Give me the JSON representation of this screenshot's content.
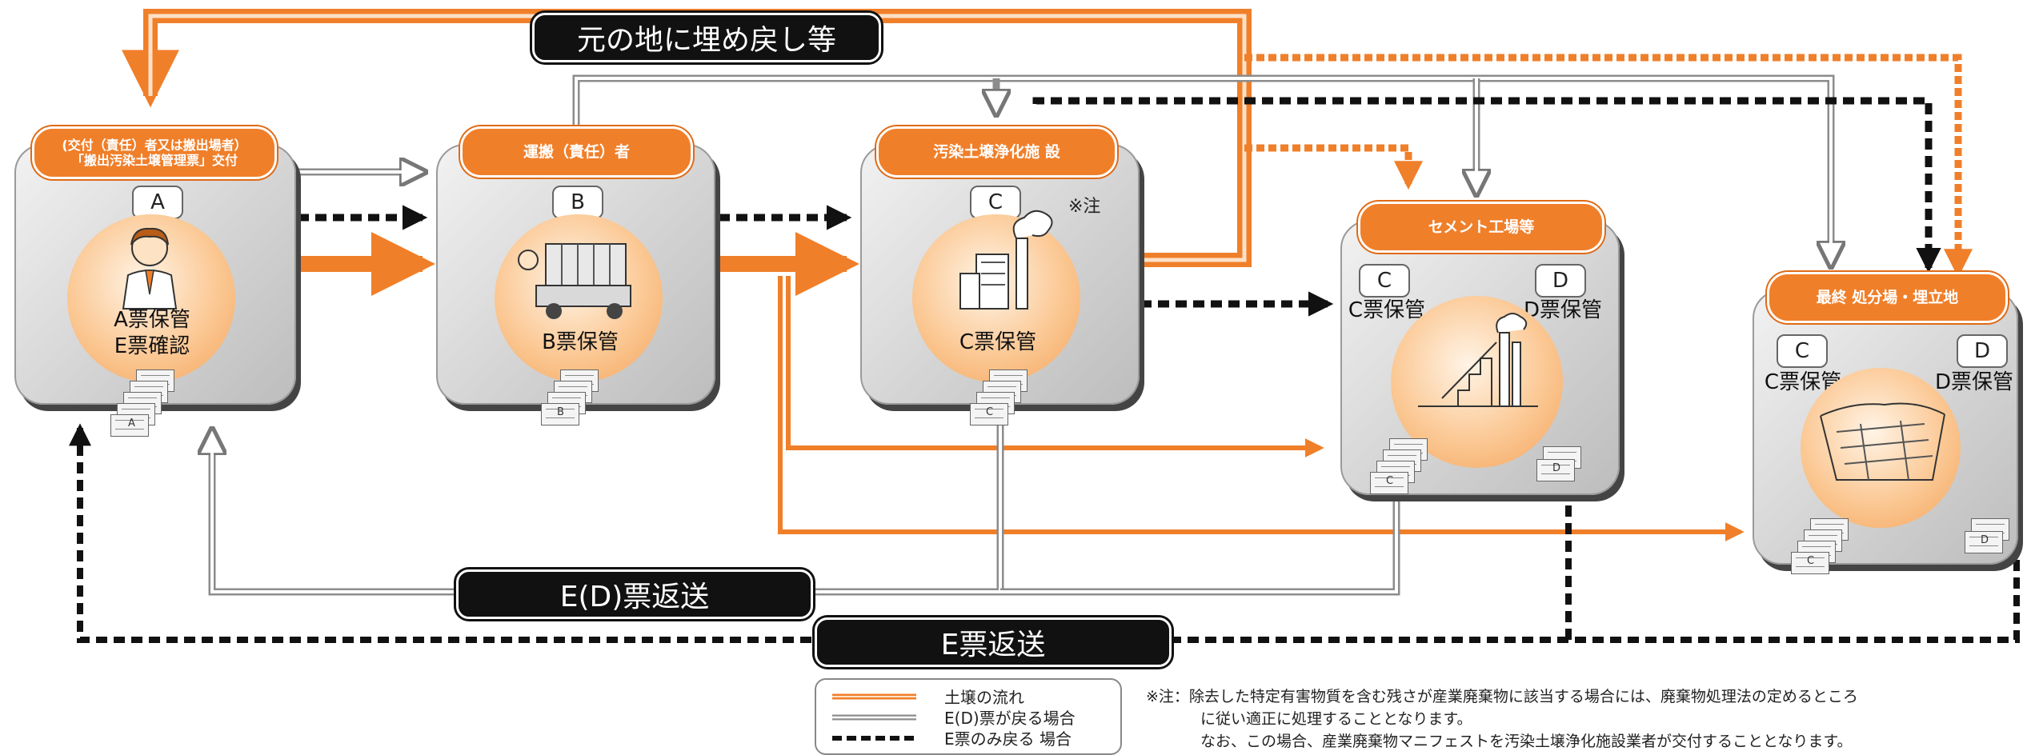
{
  "banners": {
    "return_soil": "元の地に埋め戻し等",
    "ed_return": "E(D)票返送",
    "e_return": "E票返送"
  },
  "nodes": {
    "a": {
      "title_line1": "(交付（責任）者又は搬出場者）",
      "title_line2": "「搬出汚染土壌管理票」交付",
      "code": "A",
      "label_line1": "A票保管",
      "label_line2": "E票確認"
    },
    "b": {
      "title": "運搬（責任）者",
      "code": "B",
      "label": "B票保管"
    },
    "c": {
      "title": "汚染土壌浄化施 設",
      "code": "C",
      "label": "C票保管",
      "note_mark": "※注"
    },
    "cement": {
      "title": "セメント工場等",
      "code_c": "C",
      "label_c": "C票保管",
      "code_d": "D",
      "label_d": "D票保管"
    },
    "landfill": {
      "title": "最終 処分場・埋立地",
      "code_c": "C",
      "label_c": "C票保管",
      "code_d": "D",
      "label_d": "D票保管"
    }
  },
  "legend": {
    "soil_flow": "土壌の流れ",
    "ed_returns": "E(D)票が戻る場合",
    "e_only_returns": "E票のみ戻る 場合"
  },
  "footnote": {
    "line1": "※注：除去した特定有害物質を含む残さが産業廃棄物に該当する場合には、廃棄物処理法の定めるところ",
    "line2": "に従い適正に処理することとなります。",
    "line3": "なお、この場合、産業廃棄物マニフェストを汚染土壌浄化施設業者が交付することとなります。"
  },
  "doc_letters": {
    "a": "A",
    "b": "B",
    "c": "C",
    "d": "D"
  },
  "colors": {
    "soil_flow": "#f07f2a",
    "ed_return": "#8c8c8c",
    "e_return": "#111111",
    "title_pill": "#f07f2a"
  }
}
